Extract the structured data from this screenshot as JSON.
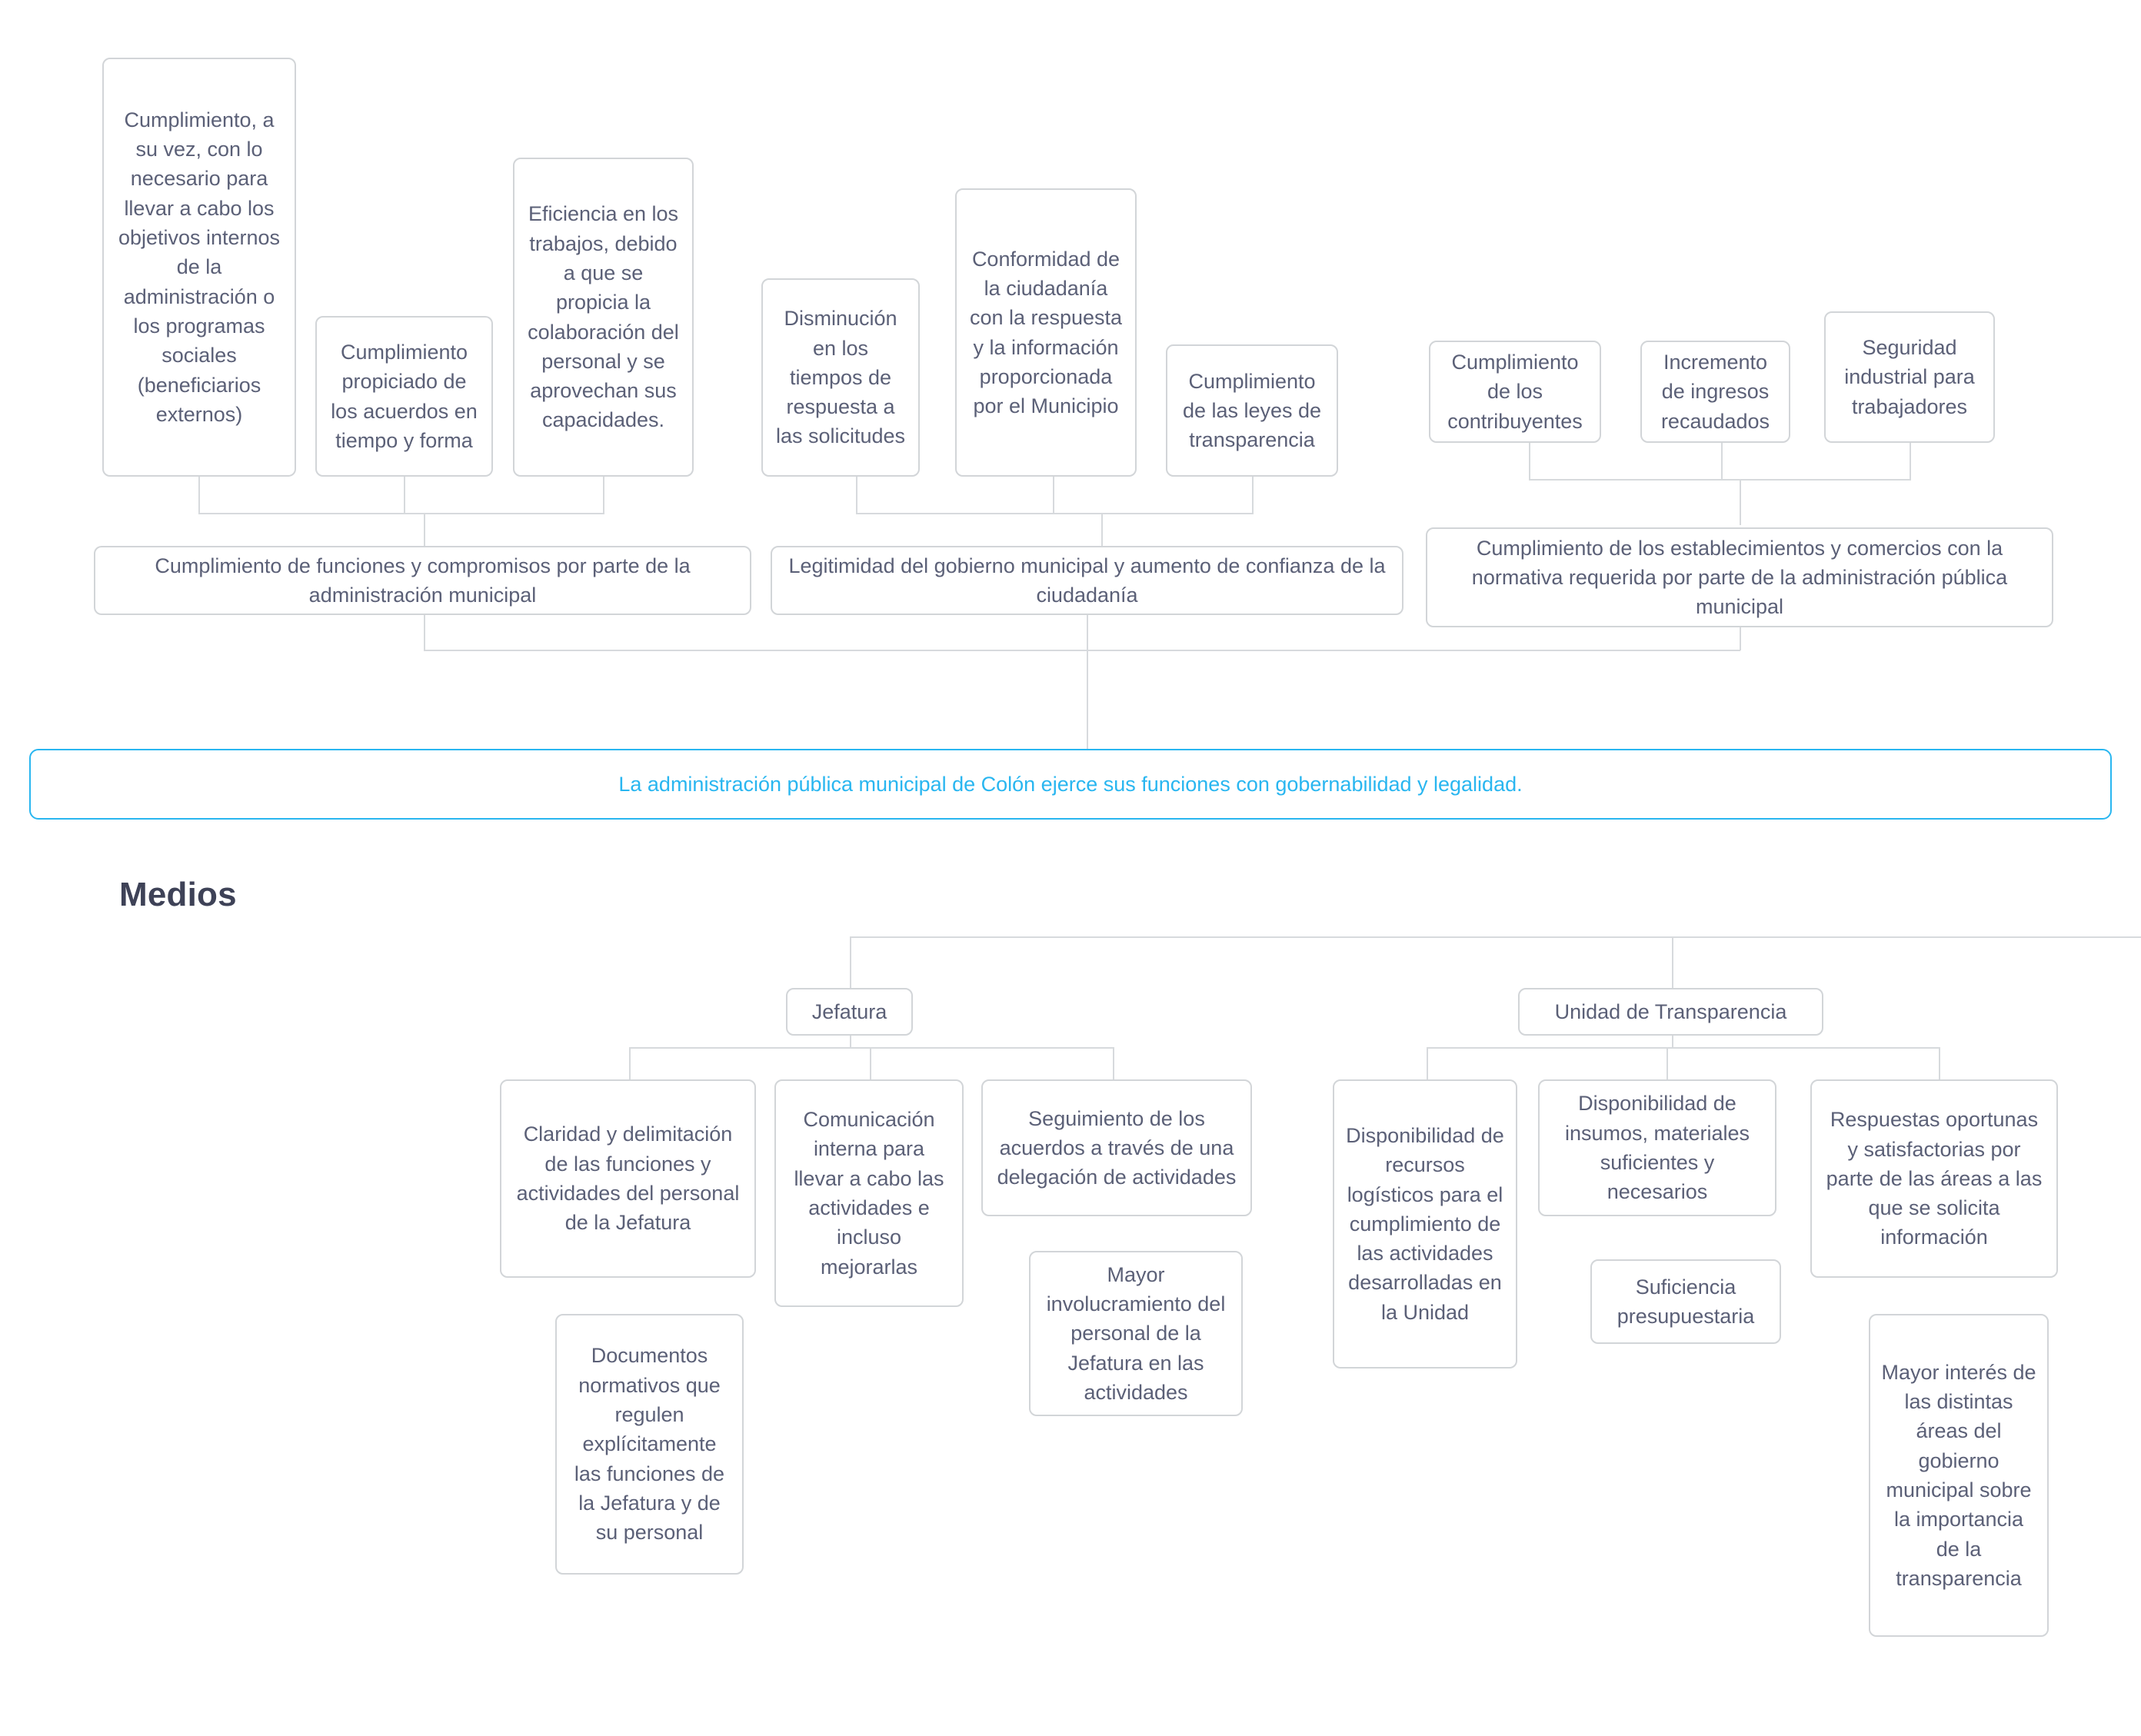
{
  "fines": {
    "effects_level1": [
      {
        "id": "e1",
        "text": "Cumplimiento, a su vez, con lo necesario para llevar a cabo los objetivos internos de la administración o los programas sociales (beneficiarios externos)"
      },
      {
        "id": "e2",
        "text": "Cumplimiento propiciado de los acuerdos en tiempo y forma"
      },
      {
        "id": "e3",
        "text": "Eficiencia en los trabajos, debido a que se propicia la colaboración del personal y se aprovechan sus capacidades."
      },
      {
        "id": "e4",
        "text": "Disminución en los tiempos de respuesta a las solicitudes"
      },
      {
        "id": "e5",
        "text": "Conformidad de la ciudadanía con la respuesta y la información proporcionada por el Municipio"
      },
      {
        "id": "e6",
        "text": "Cumplimiento de las leyes de transparencia"
      },
      {
        "id": "e7",
        "text": "Cumplimiento de los contribuyentes"
      },
      {
        "id": "e8",
        "text": "Incremento de ingresos recaudados"
      },
      {
        "id": "e9",
        "text": "Seguridad industrial para trabajadores"
      }
    ],
    "effects_level2": [
      {
        "id": "a1",
        "text": "Cumplimiento de funciones y compromisos por parte de la administración municipal"
      },
      {
        "id": "a2",
        "text": "Legitimidad del gobierno municipal y aumento de confianza de la ciudadanía"
      },
      {
        "id": "a3",
        "text": "Cumplimiento de los establecimientos y comercios con la normativa requerida por parte de la administración pública municipal"
      }
    ]
  },
  "statement": {
    "text": "La administración pública municipal de Colón ejerce sus funciones con gobernabilidad y legalidad.",
    "accent_color": "#29b6f0"
  },
  "medios": {
    "title": "Medios",
    "branches": [
      {
        "id": "b1",
        "label": "Jefatura"
      },
      {
        "id": "b2",
        "label": "Unidad de Transparencia"
      }
    ],
    "jefatura_children": [
      {
        "id": "j1",
        "text": "Claridad y delimitación de las funciones y actividades del personal de la Jefatura"
      },
      {
        "id": "j2",
        "text": "Documentos normativos que regulen explícitamente las funciones de la Jefatura y de su personal"
      },
      {
        "id": "j3",
        "text": "Comunicación interna para llevar a cabo las actividades e incluso mejorarlas"
      },
      {
        "id": "j4",
        "text": "Seguimiento de los acuerdos a través de una delegación de actividades"
      },
      {
        "id": "j5",
        "text": "Mayor involucramiento del personal de la Jefatura en las actividades"
      }
    ],
    "transparencia_children": [
      {
        "id": "t1",
        "text": "Disponibilidad de recursos logísticos para el cumplimiento de las actividades desarrolladas en la Unidad"
      },
      {
        "id": "t2",
        "text": "Disponibilidad de insumos, materiales suficientes y necesarios"
      },
      {
        "id": "t3",
        "text": "Suficiencia presupuestaria"
      },
      {
        "id": "t4",
        "text": "Respuestas oportunas y satisfactorias por parte de las áreas a las que se solicita información"
      },
      {
        "id": "t5",
        "text": "Mayor interés de las distintas áreas del gobierno municipal sobre la importancia de la transparencia"
      }
    ]
  },
  "colors": {
    "node_border": "#d2d5d8",
    "node_text": "#5b6077",
    "connector": "#d7dadd",
    "accent": "#29b6f0",
    "heading": "#3e4257"
  }
}
